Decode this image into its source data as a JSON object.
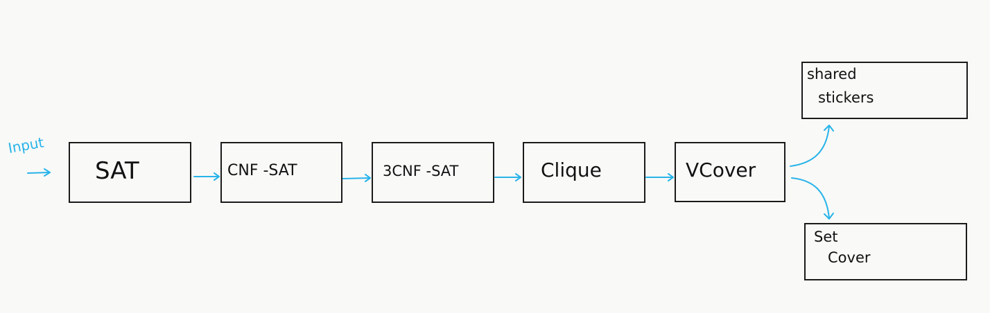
{
  "diagram": {
    "input_label": "Input",
    "nodes": [
      {
        "id": "sat",
        "label": "SAT"
      },
      {
        "id": "cnf-sat",
        "label": "CNF -SAT"
      },
      {
        "id": "3cnf-sat",
        "label": "3CNF -SAT"
      },
      {
        "id": "clique",
        "label": "Clique"
      },
      {
        "id": "vcover",
        "label": "VCover"
      },
      {
        "id": "shared-stickers",
        "label_line1": "shared",
        "label_line2": "stickers"
      },
      {
        "id": "set-cover",
        "label_line1": "Set",
        "label_line2": "Cover"
      }
    ],
    "colors": {
      "arrow": "#27b3ea",
      "box_border": "#1a1a1a",
      "text": "#111111",
      "background": "#f9f9f7"
    }
  }
}
